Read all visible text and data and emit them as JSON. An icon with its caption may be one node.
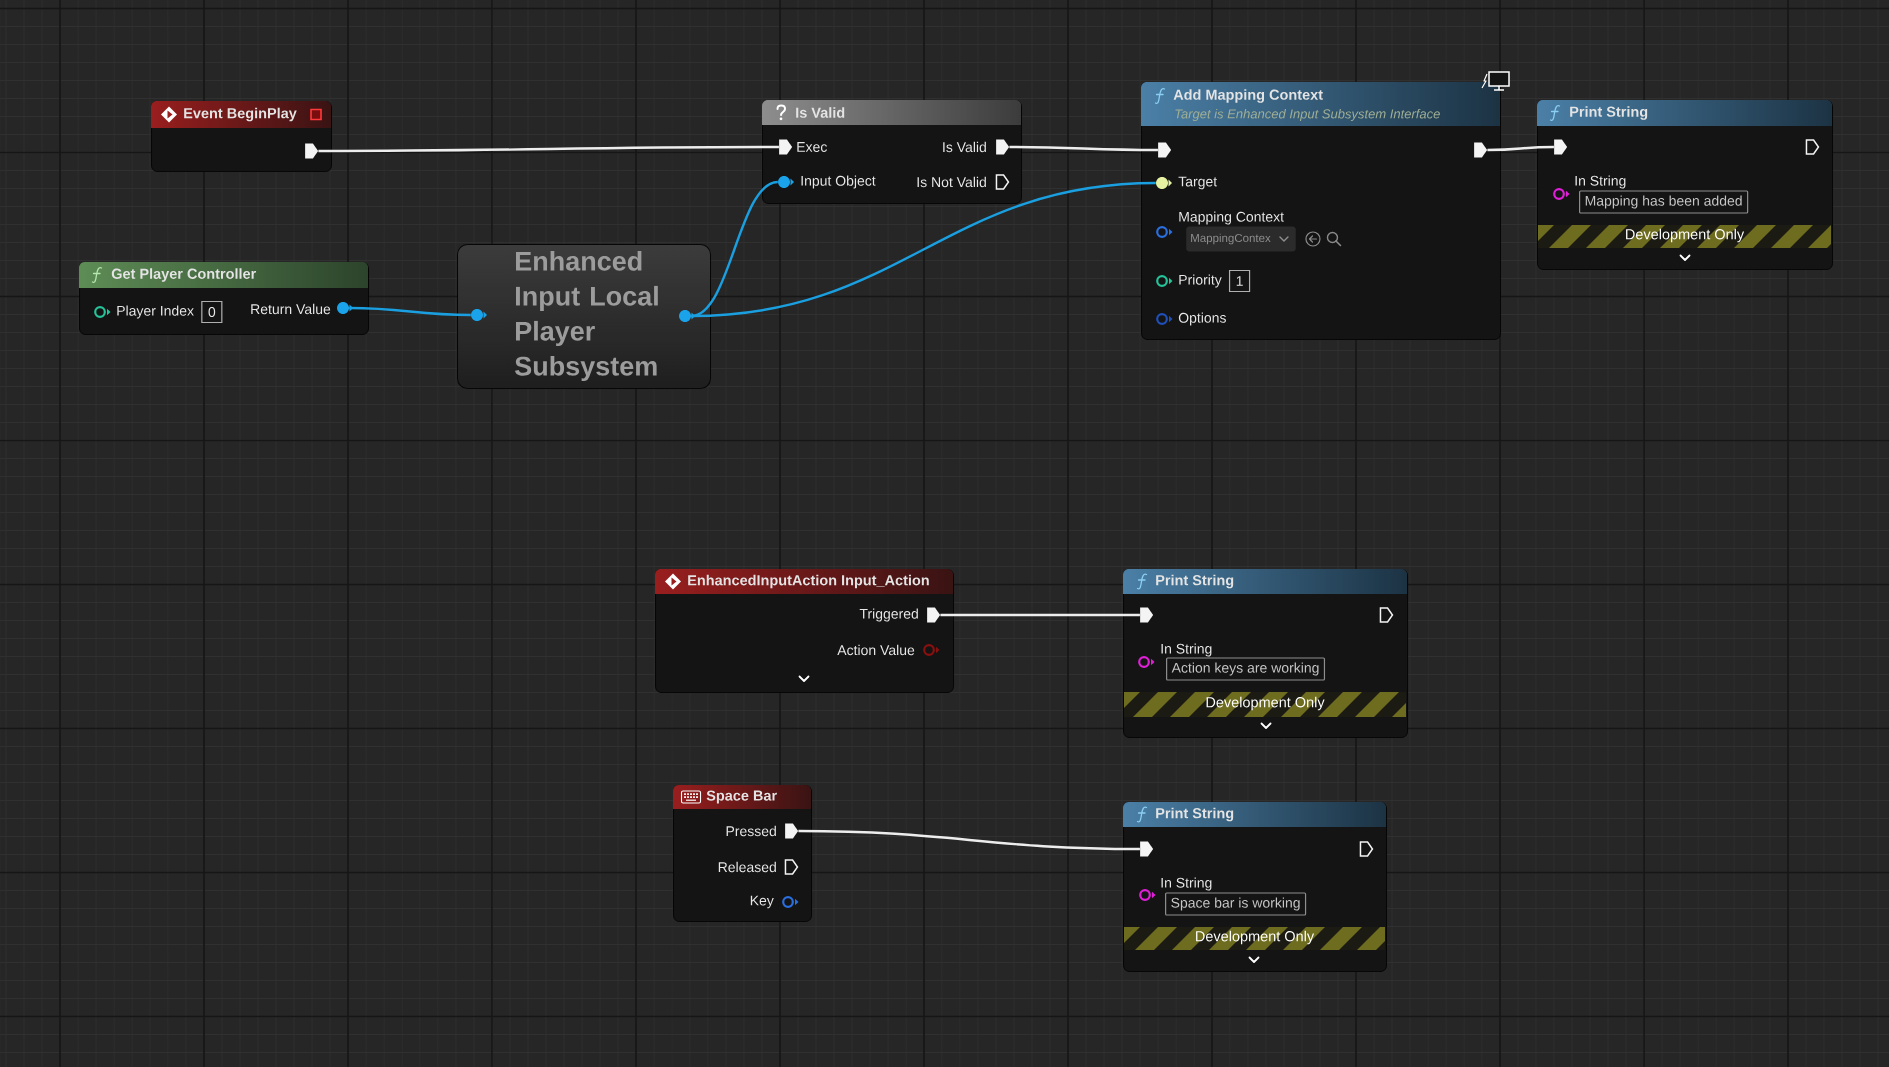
{
  "diagram": {
    "nodes": [
      {
        "text": [
          "Event BeginPlay"
        ]
      },
      {
        "text": [],
        "shape": "pentagon",
        "in": 0
      },
      {
        "text": [
          "Get Player Controller",
          "Player Index",
          "0",
          "Return Value"
        ]
      },
      {
        "text": [],
        "shape": "circle",
        "in": 2
      },
      {
        "text": [
          "Enhanced Input Local Player Subsystem"
        ]
      },
      {
        "text": [],
        "shape": "circle",
        "in": 4
      },
      {
        "text": [],
        "shape": "circle",
        "in": 4
      },
      {
        "text": [
          "Is Valid",
          "Exec",
          "Is Valid",
          "Input Object",
          "Is Not Valid"
        ]
      },
      {
        "text": [],
        "shape": "pentagon",
        "in": 7
      },
      {
        "text": [],
        "shape": "pentagon",
        "in": 7
      },
      {
        "text": [],
        "shape": "circle",
        "in": 7
      },
      {
        "text": [
          "Add Mapping Context",
          "Target is Enhanced Input Subsystem Interface",
          "Target",
          "Mapping Context",
          "MappingContex",
          "Priority",
          "1",
          "Options"
        ]
      },
      {
        "text": [],
        "shape": "pentagon",
        "in": 11
      },
      {
        "text": [],
        "shape": "pentagon",
        "in": 11
      },
      {
        "text": [],
        "shape": "circle",
        "in": 11
      },
      {
        "text": [
          "Print String",
          "In String",
          "Mapping has been added",
          "Development Only"
        ]
      },
      {
        "text": [],
        "shape": "pentagon",
        "in": 15
      },
      {
        "text": [
          "EnhancedInputAction Input_Action",
          "Triggered",
          "Action Value"
        ]
      },
      {
        "text": [],
        "shape": "pentagon",
        "in": 17
      },
      {
        "text": [
          "Print String",
          "In String",
          "Action keys are working",
          "Development Only"
        ]
      },
      {
        "text": [],
        "shape": "pentagon",
        "in": 19
      },
      {
        "text": [
          "Space Bar",
          "Pressed",
          "Released",
          "Key"
        ]
      },
      {
        "text": [],
        "shape": "pentagon",
        "in": 21
      },
      {
        "text": [
          "Print String",
          "In String",
          "Space bar is working",
          "Development Only"
        ]
      },
      {
        "text": [],
        "shape": "pentagon",
        "in": 23
      }
    ],
    "edges": [
      {
        "from": 1,
        "to": 8,
        "arrow": "none"
      },
      {
        "from": 9,
        "to": 12,
        "arrow": "none"
      },
      {
        "from": 13,
        "to": 16,
        "arrow": "none"
      },
      {
        "from": 3,
        "to": 5,
        "arrow": "none",
        "color": "#1a9fe0"
      },
      {
        "from": 6,
        "to": 10,
        "arrow": "none",
        "color": "#1a9fe0"
      },
      {
        "from": 6,
        "to": 14,
        "arrow": "none",
        "color": "#1a9fe0"
      },
      {
        "from": 18,
        "to": 20,
        "arrow": "none"
      },
      {
        "from": 22,
        "to": 24,
        "arrow": "none"
      }
    ]
  }
}
